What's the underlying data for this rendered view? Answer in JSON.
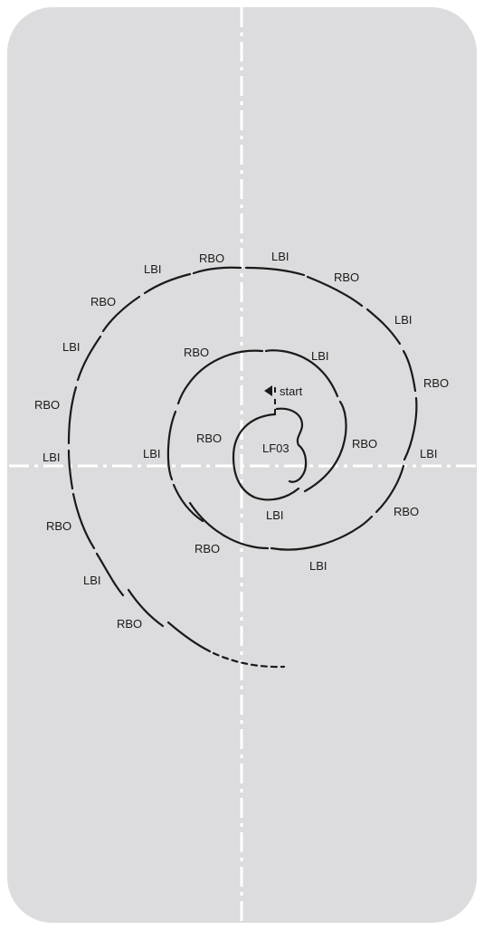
{
  "diagram": {
    "rink_color": "#dcdcde",
    "line_color": "#1a1a1a",
    "start_label": "start",
    "figure_label": "LF03",
    "edge_labels": {
      "rbo_1": "RBO",
      "lbi_1": "LBI",
      "rbo_2": "RBO",
      "lbi_2": "LBI",
      "rbo_3": "RBO",
      "lbi_3": "LBI",
      "rbo_4": "RBO",
      "lbi_4": "LBI",
      "rbo_5": "RBO",
      "lbi_5": "LBI",
      "rbo_6": "RBO",
      "lbi_6": "LBI",
      "rbo_7": "RBO",
      "lbi_7": "LBI",
      "rbo_8": "RBO",
      "lbi_8": "LBI",
      "rbo_9": "RBO",
      "lbi_9": "LBI",
      "rbo_10": "RBO",
      "lbi_10": "LBI",
      "rbo_11": "RBO",
      "lbi_11": "LBI",
      "rbo_12": "RBO"
    }
  }
}
